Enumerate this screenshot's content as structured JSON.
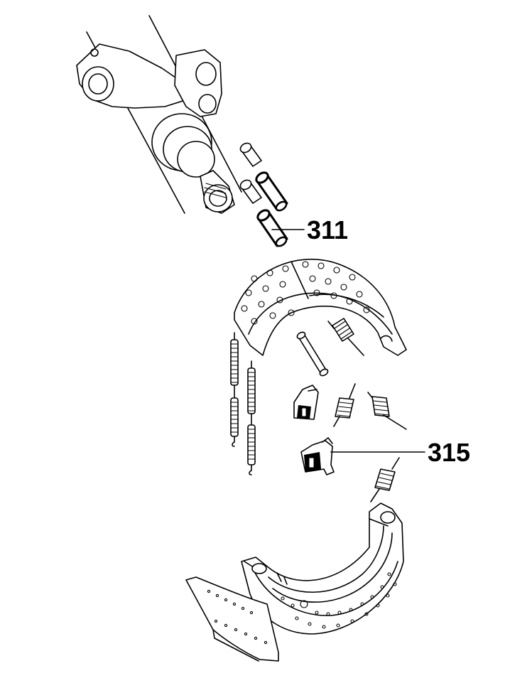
{
  "callouts": [
    {
      "id": "pin",
      "number": "311"
    },
    {
      "id": "clip",
      "number": "315"
    }
  ],
  "colors": {
    "ink": "#000000",
    "paper": "#ffffff"
  }
}
